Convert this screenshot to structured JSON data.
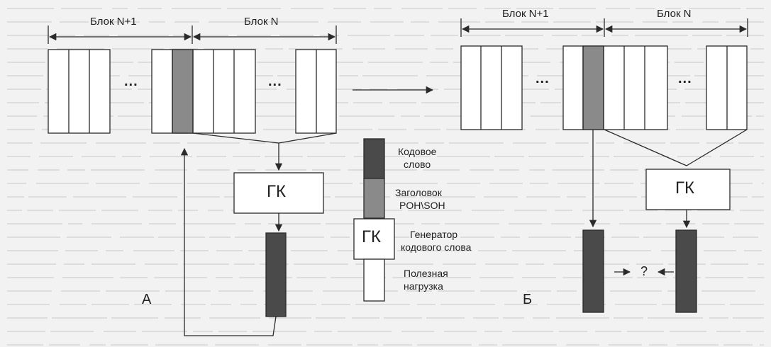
{
  "labels": {
    "block_n1": "Блок N+1",
    "block_n": "Блок N",
    "dots": "...",
    "gk": "ГК",
    "side_a": "А",
    "side_b": "Б",
    "question": "?"
  },
  "legend": {
    "codeword_line1": "Кодовое",
    "codeword_line2": "слово",
    "header_line1": "Заголовок",
    "header_line2": "POH\\SOH",
    "generator_line1": "Генератор",
    "generator_line2": "кодового слова",
    "payload_line1": "Полезная",
    "payload_line2": "нагрузка"
  },
  "colors": {
    "codeword": "#4a4a4a",
    "header": "#8a8a8a",
    "line": "#2a2a2a",
    "cell": "#ffffff"
  }
}
